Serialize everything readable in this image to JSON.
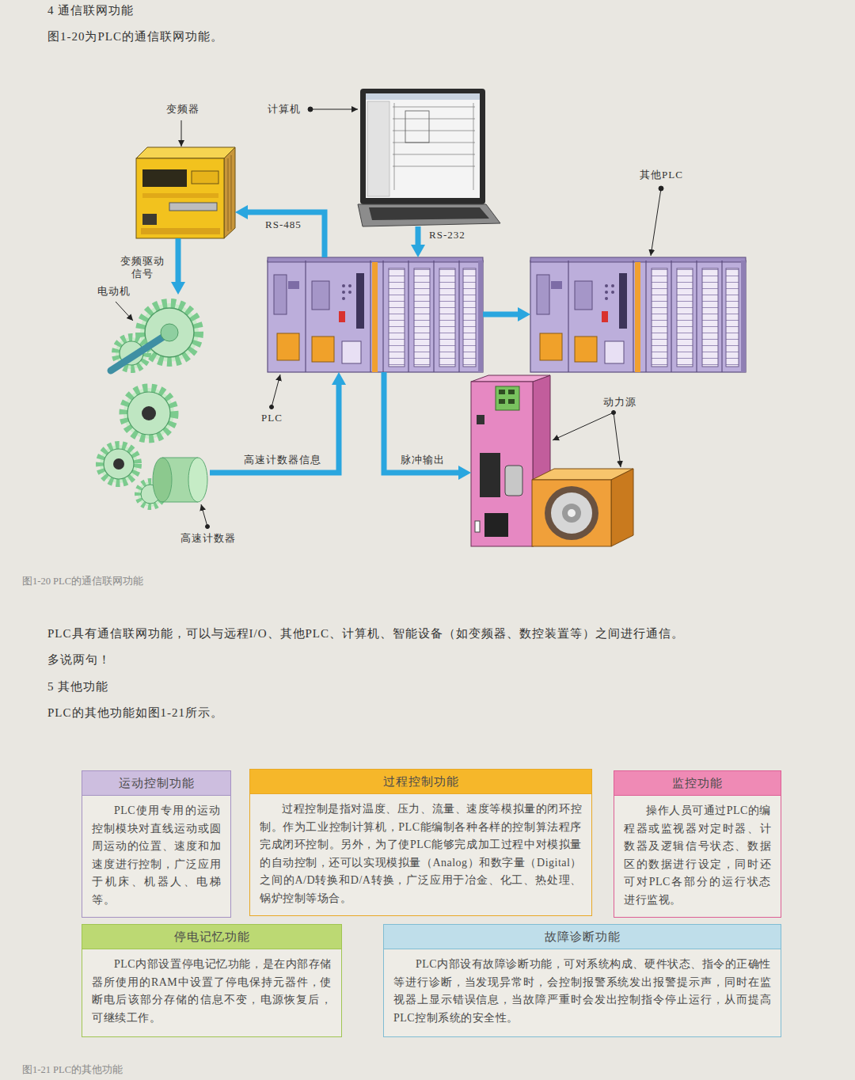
{
  "diagram": {
    "title": "4 通信联网功能",
    "caption": "图1-20 PLC的通信联网功能",
    "nodes": [
      {
        "text": [
          "变频器"
        ]
      },
      {
        "text": [
          "计算机"
        ]
      },
      {
        "text": [
          "其他PLC"
        ]
      },
      {
        "text": [
          "电动机"
        ]
      },
      {
        "text": [
          "PLC"
        ]
      },
      {
        "text": [
          "动力源"
        ]
      },
      {
        "text": [
          "高速计数器"
        ]
      },
      {
        "text": [
          "运动控制功能",
          "PLC使用专用的运动控制模块对直线运动或圆周运动的位置、速度和加速度进行控制，广泛应用于机床、机器人、电梯等。"
        ]
      },
      {
        "text": [
          "过程控制功能",
          "过程控制是指对温度、压力、流量、速度等模拟量的闭环控制。作为工业控制计算机，PLC能编制各种各样的控制算法程序完成闭环控制。另外，为了使PLC能够完成加工过程中对模拟量的自动控制，还可以实现模拟量（Analog）和数字量（Digital）之间的A/D转换和D/A转换，广泛应用于冶金、化工、热处理、锅炉控制等场合。"
        ]
      },
      {
        "text": [
          "监控功能",
          "操作人员可通过PLC的编程器或监视器对定时器、计数器及逻辑信号状态、数据区的数据进行设定，同时还可对PLC各部分的运行状态进行监视。"
        ]
      },
      {
        "text": [
          "停电记忆功能",
          "PLC内部设置停电记忆功能，是在内部存储器所使用的RAM中设置了停电保持元器件，使断电后该部分存储的信息不变，电源恢复后，可继续工作。"
        ]
      },
      {
        "text": [
          "故障诊断功能",
          "PLC内部设有故障诊断功能，可对系统构成、硬件状态、指令的正确性等进行诊断，当发现异常时，会控制报警系统发出报警提示声，同时在监视器上显示错误信息，当故障严重时会发出控制指令停止运行，从而提高PLC控制系统的安全性。"
        ]
      }
    ],
    "edges": [
      {
        "from": 1,
        "to": 4,
        "label": "RS-232",
        "arrow": "to"
      },
      {
        "from": 4,
        "to": 0,
        "label": "RS-485",
        "arrow": "to"
      },
      {
        "from": 0,
        "to": 3,
        "label": "变频驱动信号",
        "arrow": "to"
      },
      {
        "from": 4,
        "to": 2,
        "arrow": "to"
      },
      {
        "from": 6,
        "to": 4,
        "label": "高速计数器信息",
        "arrow": "to"
      },
      {
        "from": 4,
        "to": 5,
        "label": "脉冲输出",
        "arrow": "to"
      }
    ],
    "labels": [
      "图1-20为PLC的通信联网功能。",
      "PLC具有通信联网功能，可以与远程I/O、其他PLC、计算机、智能设备（如变频器、数控装置等）之间进行通信。",
      "多说两句！",
      "5 其他功能",
      "PLC的其他功能如图1-21所示。",
      "图1-21 PLC的其他功能"
    ]
  }
}
